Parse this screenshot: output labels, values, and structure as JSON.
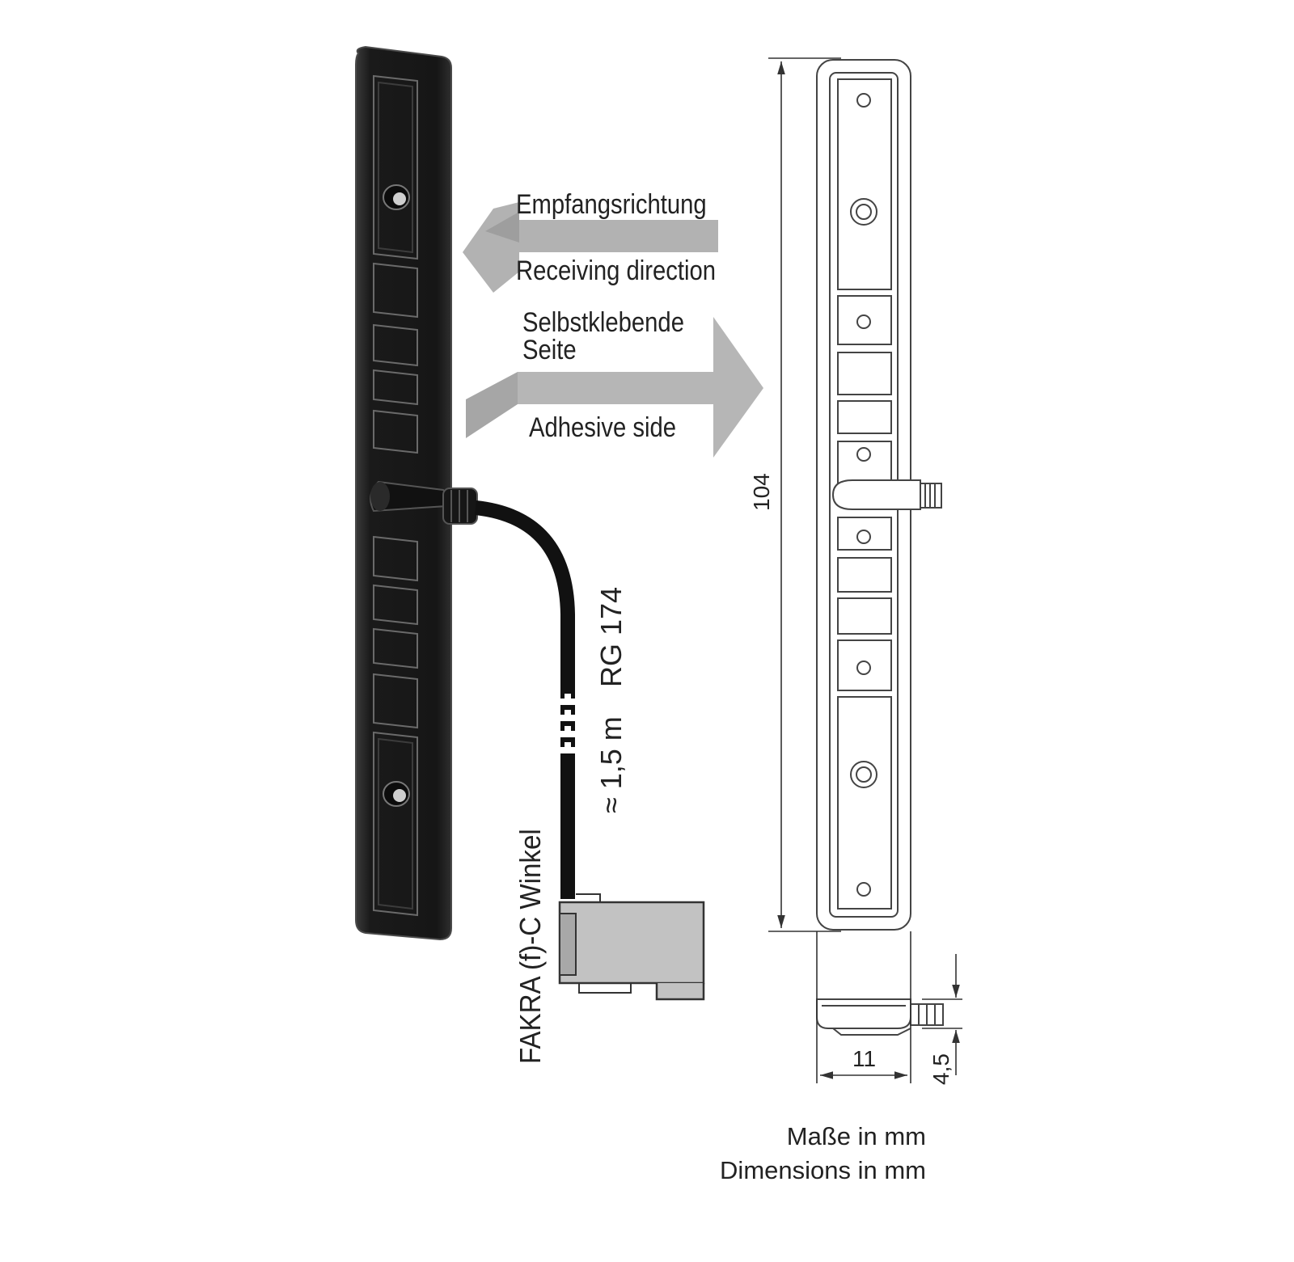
{
  "labels": {
    "receiving_de": "Empfangsrichtung",
    "receiving_en": "Receiving direction",
    "adhesive_de_1": "Selbstklebende",
    "adhesive_de_2": "Seite",
    "adhesive_en": "Adhesive side",
    "cable_type": "RG 174",
    "cable_length": "≈ 1,5 m",
    "connector": "FAKRA (f)-C Winkel"
  },
  "dimensions": {
    "length": "104",
    "width": "11",
    "height": "4,5"
  },
  "notes": {
    "units_de": "Maße in mm",
    "units_en": "Dimensions in mm"
  },
  "colors": {
    "antenna_body": "#1c1c1c",
    "antenna_edge": "#3a3a3a",
    "arrow_fill": "#b2b2b2",
    "connector_fill": "#bdbdbd",
    "outline": "#444444"
  }
}
